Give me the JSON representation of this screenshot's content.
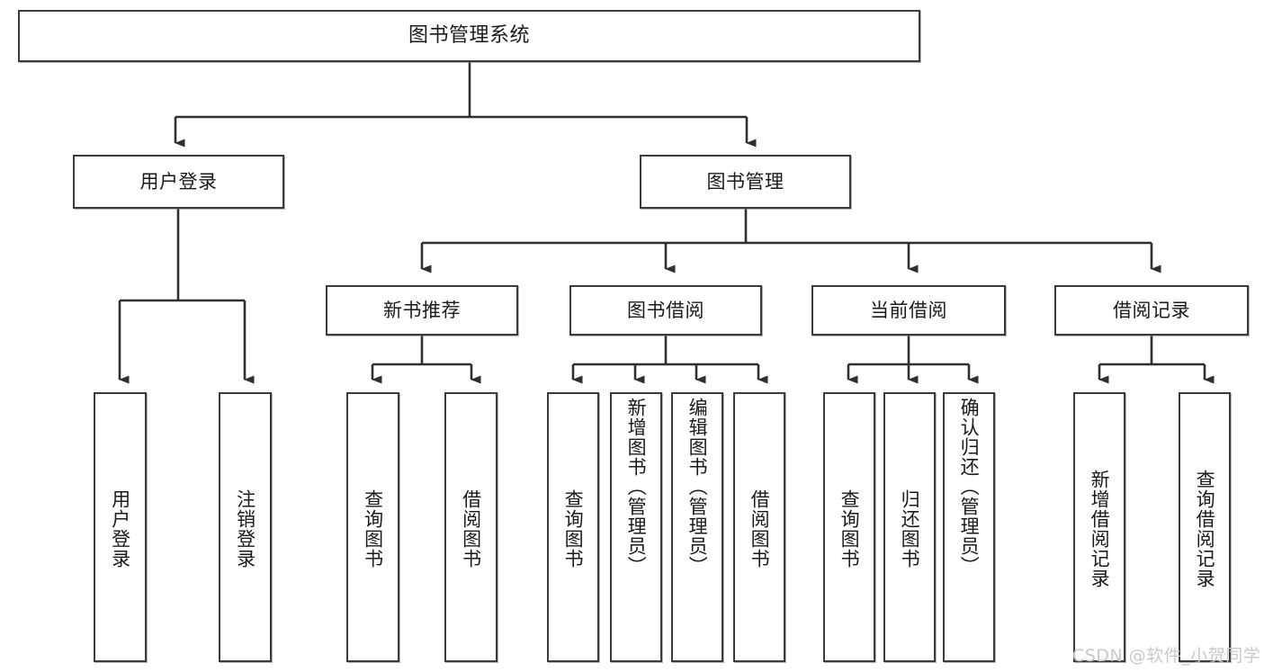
{
  "diagram": {
    "title": "图书管理系统",
    "type": "tree",
    "colors": {
      "box_border": "#3b3b3b",
      "box_fill": "#ffffff",
      "edge": "#2f2f2f",
      "text": "#1a1a1a",
      "watermark": "#c9c9c9",
      "background": "#ffffff"
    },
    "root": {
      "label": "图书管理系统"
    },
    "level2": [
      {
        "label": "用户登录"
      },
      {
        "label": "图书管理"
      }
    ],
    "level3": [
      {
        "label": "新书推荐"
      },
      {
        "label": "图书借阅"
      },
      {
        "label": "当前借阅"
      },
      {
        "label": "借阅记录"
      }
    ],
    "leaves": {
      "user_login": [
        {
          "label": "用户登录"
        },
        {
          "label": "注销登录"
        }
      ],
      "new_book_recommend": [
        {
          "label": "查询图书"
        },
        {
          "label": "借阅图书"
        }
      ],
      "book_borrow": [
        {
          "label": "查询图书"
        },
        {
          "label": "新增图书（管理员）"
        },
        {
          "label": "编辑图书（管理员）"
        },
        {
          "label": "借阅图书"
        }
      ],
      "current_borrow": [
        {
          "label": "查询图书"
        },
        {
          "label": "归还图书"
        },
        {
          "label": "确认归还（管理员）"
        }
      ],
      "borrow_record": [
        {
          "label": "新增借阅记录"
        },
        {
          "label": "查询借阅记录"
        }
      ]
    },
    "watermark": "CSDN @软件_小贺同学"
  }
}
